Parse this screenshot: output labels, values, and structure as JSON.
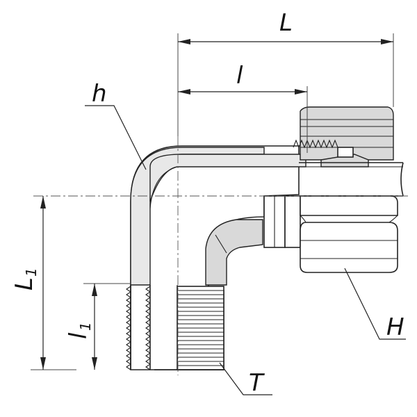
{
  "diagram": {
    "labels": {
      "L": "L",
      "l": "l",
      "h": "h",
      "H": "H",
      "T": "T",
      "L1_main": "L",
      "L1_sub": "1",
      "l1_main": "l",
      "l1_sub": "1"
    }
  }
}
